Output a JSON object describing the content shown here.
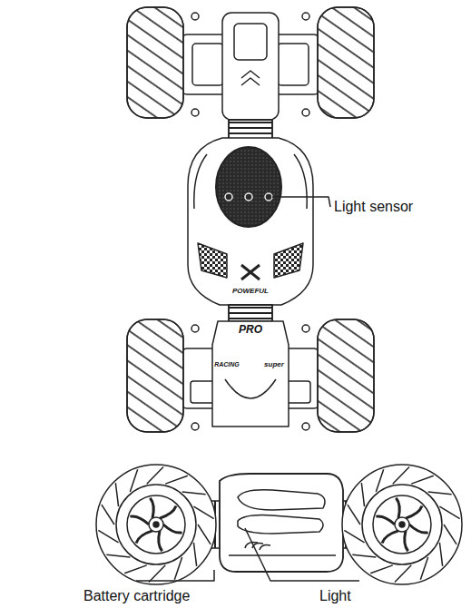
{
  "diagram": {
    "labels": [
      "Light sensor",
      "POWEFUL",
      "PRO",
      "RACING",
      "super",
      "Battery cartridge",
      "Light"
    ]
  }
}
